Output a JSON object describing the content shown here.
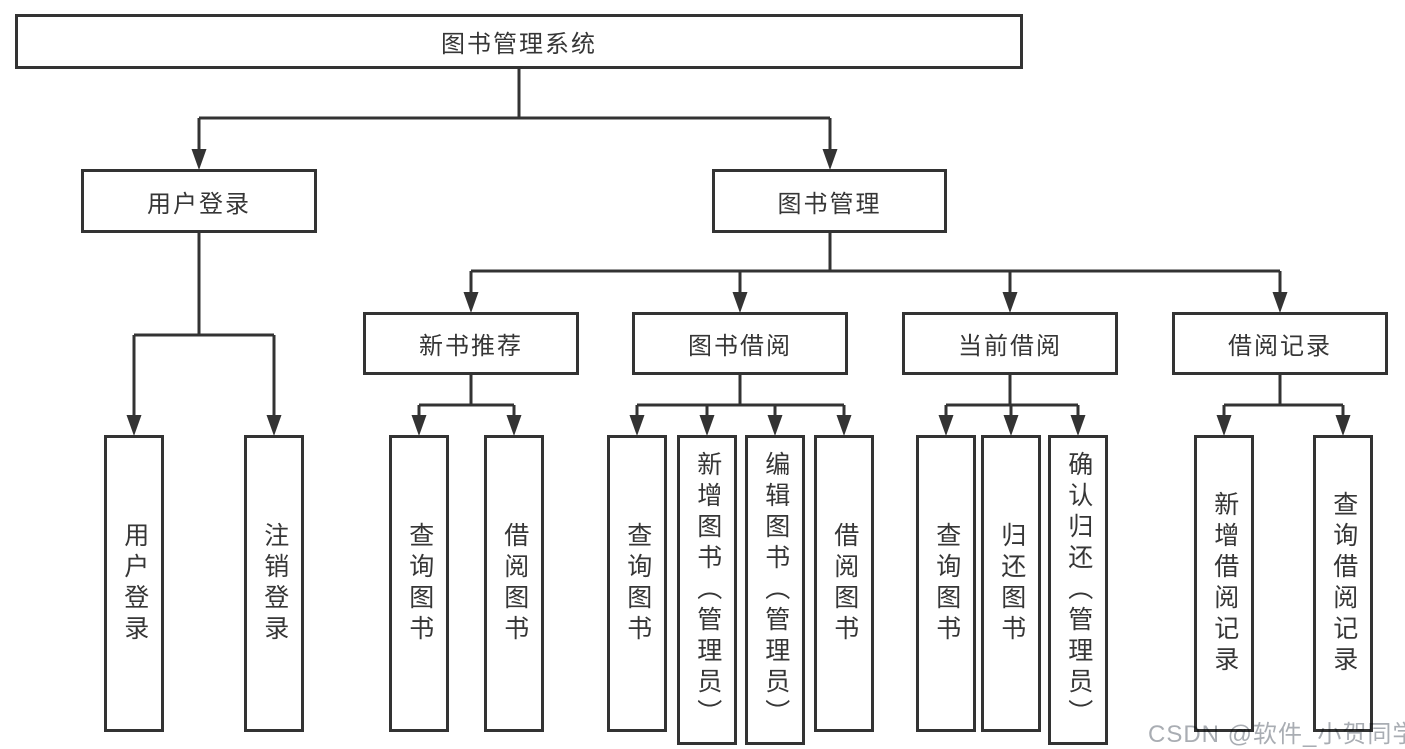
{
  "tree": {
    "root": "图书管理系统",
    "branches": [
      {
        "label": "用户登录",
        "children": [
          "用户登录",
          "注销登录"
        ]
      },
      {
        "label": "图书管理",
        "children": [
          {
            "label": "新书推荐",
            "children": [
              "查询图书",
              "借阅图书"
            ]
          },
          {
            "label": "图书借阅",
            "children": [
              "查询图书",
              "新增图书（管理员）",
              "编辑图书（管理员）",
              "借阅图书"
            ]
          },
          {
            "label": "当前借阅",
            "children": [
              "查询图书",
              "归还图书",
              "确认归还（管理员）"
            ]
          },
          {
            "label": "借阅记录",
            "children": [
              "新增借阅记录",
              "查询借阅记录"
            ]
          }
        ]
      }
    ]
  },
  "colors": {
    "line": "#333333",
    "text": "#363636",
    "watermark": "#a9adb3"
  },
  "watermark": "CSDN @软件_小贺同学"
}
